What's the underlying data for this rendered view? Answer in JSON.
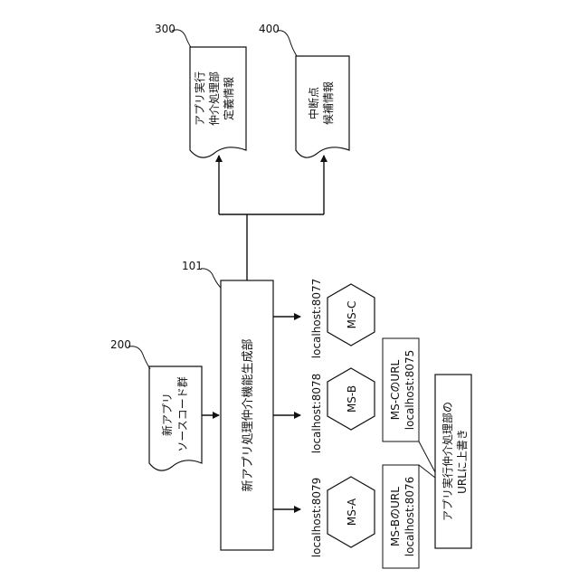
{
  "refs": {
    "r300": "300",
    "r400": "400",
    "r101": "101",
    "r200": "200"
  },
  "docs": {
    "def_info": [
      "アプリ実行",
      "仲介処理部",
      "定義情報"
    ],
    "breakpoint": [
      "中断点",
      "候補情報"
    ],
    "source": [
      "新アプリ",
      "ソースコード群"
    ]
  },
  "generator": "新アプリ処理仲介機能生成部",
  "hosts": {
    "h8079": "localhost:8079",
    "h8078": "localhost:8078",
    "h8077": "localhost:8077"
  },
  "services": {
    "msa": "MS-A",
    "msb": "MS-B",
    "msc": "MS-C"
  },
  "url_boxes": {
    "b_url": [
      "MS-BのURL",
      "localhost:8076"
    ],
    "c_url": [
      "MS-CのURL",
      "localhost:8075"
    ]
  },
  "overwrite": [
    "アプリ実行仲介処理部の",
    "URLに上書き"
  ]
}
